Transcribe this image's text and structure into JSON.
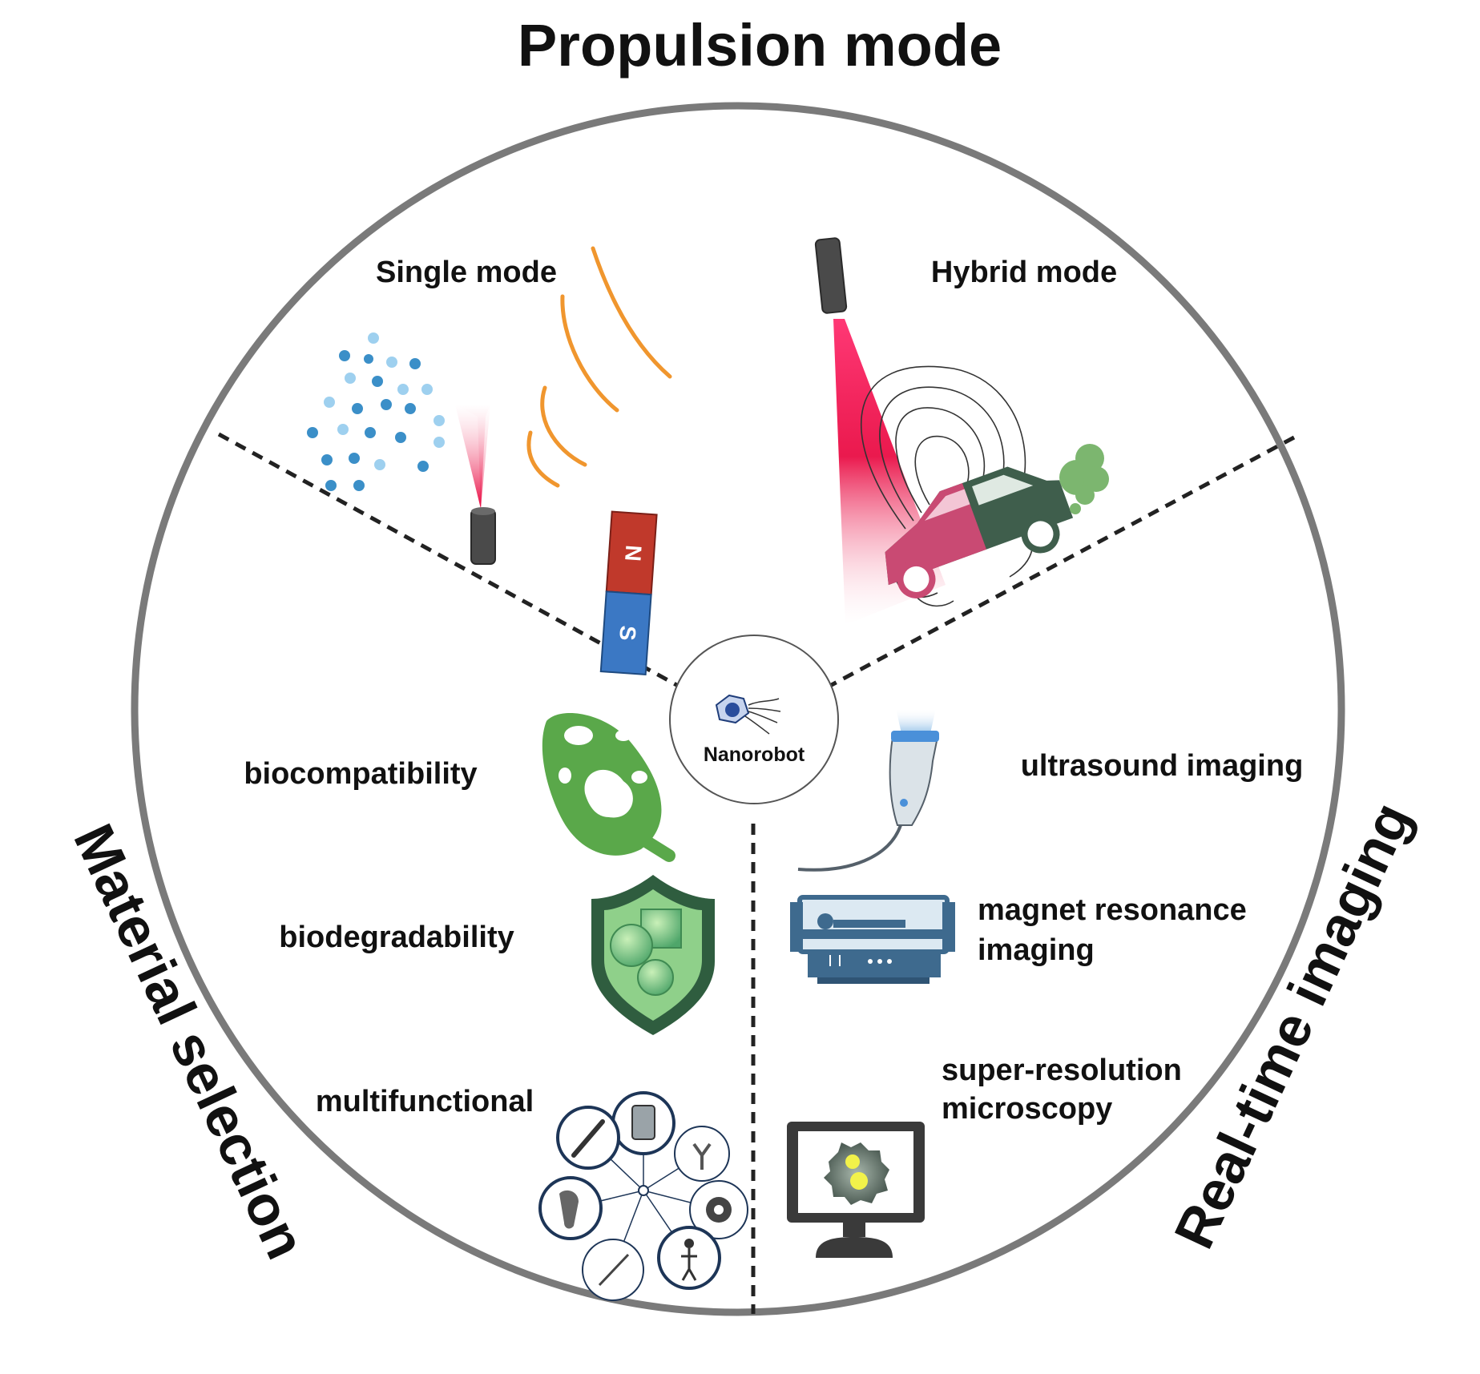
{
  "titles": {
    "top": "Propulsion mode",
    "left": "Material selection",
    "right": "Real-time imaging"
  },
  "propulsion": {
    "single_mode": "Single mode",
    "hybrid_mode": "Hybrid mode",
    "magnet_north": "N",
    "magnet_south": "S"
  },
  "center": {
    "label": "Nanorobot"
  },
  "material": {
    "biocompatibility": "biocompatibility",
    "biodegradability": "biodegradability",
    "multifunctional": "multifunctional"
  },
  "imaging": {
    "ultrasound": "ultrasound imaging",
    "mri_line1": "magnet resonance",
    "mri_line2": "imaging",
    "srm_line1": "super-resolution",
    "srm_line2": "microscopy"
  },
  "icons": {
    "bubbles": "bubbles-icon",
    "laser": "laser-pointer-icon",
    "ultrasound_waves": "sound-wave-icon",
    "magnet": "bar-magnet-icon",
    "hybrid": "hybrid-car-icon",
    "leaf": "leaf-icon",
    "shield": "shield-icon",
    "multi": "multifunction-wheel-icon",
    "probe": "ultrasound-probe-icon",
    "mri": "mri-scanner-icon",
    "monitor": "monitor-icon"
  },
  "colors": {
    "circle_stroke": "#7a7a7a",
    "bubble": "#3b8fc8",
    "laser_red": "#e8003a",
    "wave_orange": "#f0962e",
    "magnet_red": "#c0392b",
    "magnet_blue": "#3b78c4",
    "car_dark": "#3f5e4c",
    "car_pink": "#c94a73",
    "exhaust": "#7cb66f",
    "leaf_green": "#5aa84a",
    "shield_dark": "#2f5d3f",
    "navy": "#1d3557",
    "mri_blue": "#3e6a8e",
    "monitor_dark": "#3a3a3a"
  }
}
